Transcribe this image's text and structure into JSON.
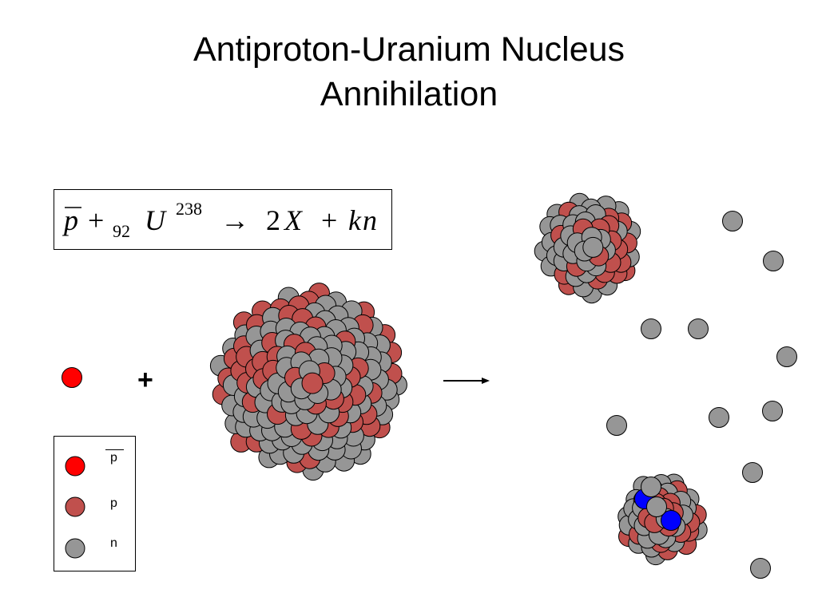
{
  "title": {
    "line1": "Antiproton-Uranium Nucleus",
    "line2": "Annihilation"
  },
  "equation": {
    "antiparticle": "p",
    "plus1": "+",
    "atomic_number": "92",
    "element": "U",
    "mass_number": "238",
    "arrow": "→",
    "rhs_coefficient": "2",
    "rhs_product": "X",
    "plus2": "+",
    "rhs_k": "k",
    "rhs_n": "n"
  },
  "reaction": {
    "plus_sign": "+",
    "arrow": "⟶"
  },
  "legend": {
    "antiproton_label": "p",
    "proton_label": "p",
    "neutron_label": "n"
  },
  "colors": {
    "antiproton": "#ff0000",
    "proton": "#c0504d",
    "neutron": "#969696",
    "pion": "#0000ff",
    "outline": "#000000"
  }
}
